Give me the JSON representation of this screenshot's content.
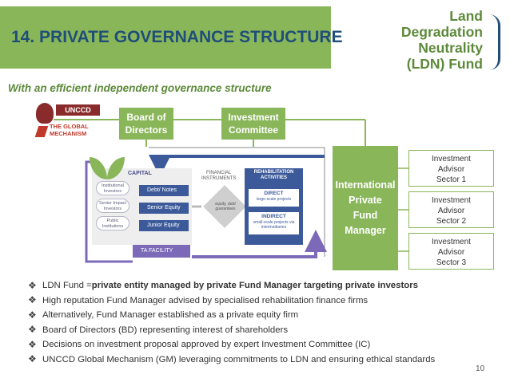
{
  "header": {
    "title": "14. PRIVATE GOVERNANCE STRUCTURE",
    "subtitle": "With an efficient independent governance structure"
  },
  "logo": {
    "lines": [
      "Land",
      "Degradation",
      "Neutrality",
      "(LDN) Fund"
    ]
  },
  "partner_logos": {
    "unccd": "UNCCD",
    "gm_line1": "THE GLOBAL",
    "gm_line2": "MECHANISM"
  },
  "structure": {
    "board": [
      "Board of",
      "Directors"
    ],
    "committee": [
      "Investment",
      "Committee"
    ],
    "manager": [
      "International",
      "Private",
      "Fund",
      "Manager"
    ],
    "sectors": [
      [
        "Investment",
        "Advisor",
        "Sector 1"
      ],
      [
        "Investment",
        "Advisor",
        "Sector 2"
      ],
      [
        "Investment",
        "Advisor",
        "Sector 3"
      ]
    ]
  },
  "fund_diagram": {
    "capital": "CAPITAL",
    "investors": [
      [
        "Institutional",
        "Investors"
      ],
      [
        "Senior Impact",
        "Investors"
      ],
      [
        "Public",
        "Institutions"
      ]
    ],
    "tranches": [
      "Debt/ Notes",
      "Senior Equity",
      "Junior Equity"
    ],
    "financial_instruments": [
      "FINANCIAL",
      "INSTRUMENTS"
    ],
    "instrument_types": [
      "equity, debt",
      "guarantees"
    ],
    "rehabilitation": [
      "REHABILITATION",
      "ACTIVITIES"
    ],
    "direct": {
      "title": "DIRECT",
      "desc": "large-scale projects"
    },
    "indirect": {
      "title": "INDIRECT",
      "desc": [
        "small-scale projects via",
        "intermediaries"
      ]
    },
    "ta_facility": "TA FACILITY"
  },
  "bullets": [
    {
      "plain": "LDN Fund = ",
      "bold": "private entity managed by private Fund Manager targeting private investors"
    },
    {
      "plain": "High reputation Fund Manager advised by specialised rehabilitation finance firms",
      "bold": ""
    },
    {
      "plain": "Alternatively, Fund Manager established as a private equity firm",
      "bold": ""
    },
    {
      "plain": "Board of Directors (BD) representing interest of shareholders",
      "bold": ""
    },
    {
      "plain": "Decisions on investment proposal approved by expert Investment Committee (IC)",
      "bold": ""
    },
    {
      "plain": "UNCCD Global Mechanism (GM) leveraging commitments to LDN and ensuring ethical standards",
      "bold": ""
    }
  ],
  "page_number": "10",
  "colors": {
    "green": "#8ab65a",
    "navy": "#1f4e79",
    "diagram_blue": "#3c5a9a",
    "ta_purple": "#7c6ab8"
  }
}
